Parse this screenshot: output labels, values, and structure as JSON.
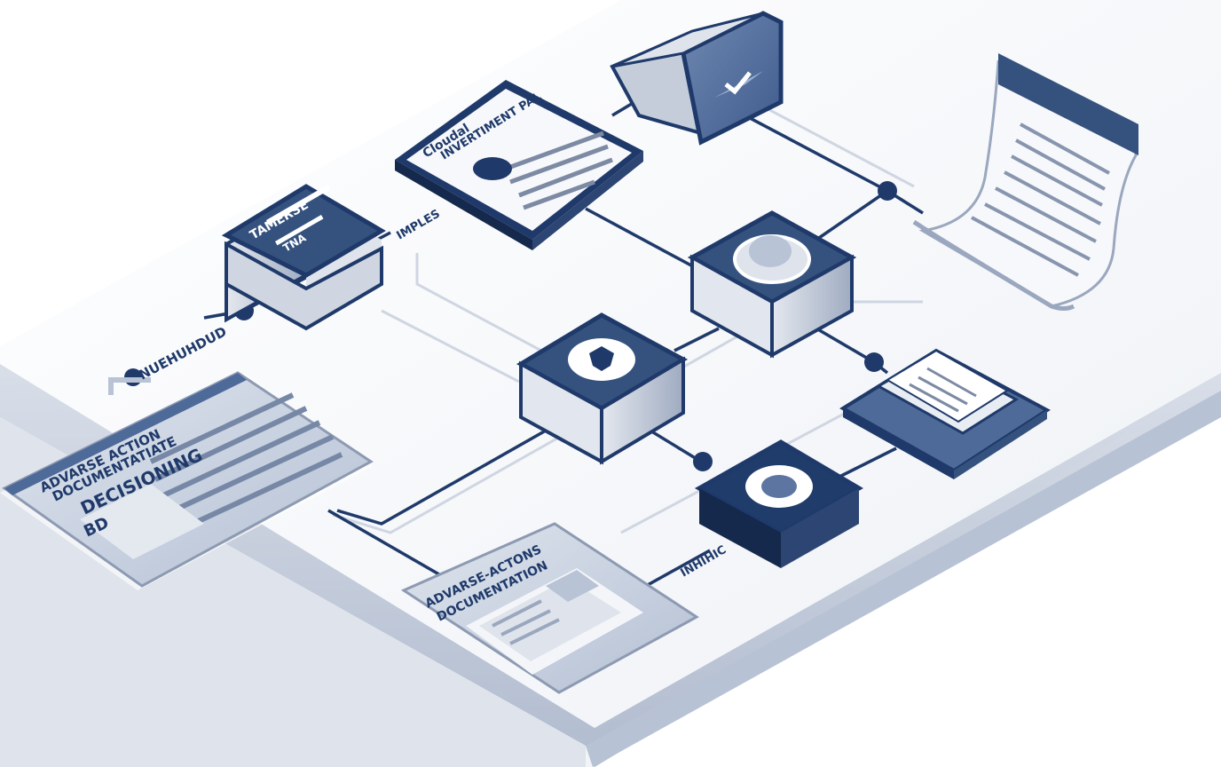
{
  "palette": {
    "navy": "#1f3a6a",
    "steel": "#4e6a99",
    "light_steel": "#b8c3d6",
    "platform_top": "#f3f5f9",
    "platform_side": "#c9d1df",
    "paper": "#f7f8fb"
  },
  "labels": {
    "panel_left_title_1": "ADVARSE ACTION",
    "panel_left_title_2": "DOCUMENTATIATE",
    "panel_left_title_3": "DECISIONING",
    "panel_left_title_4": "BD",
    "panel_bottom_title_1": "ADVARSE-ACTONS",
    "panel_bottom_title_2": "DOCUMENTATION",
    "card_top_title_1": "Cloudal",
    "card_top_title_2": "INVERTIMENT PAL",
    "block_left_line_1": "TAMERSE",
    "block_left_line_2": "TNA",
    "side_label_left": "NUEHUHDUD",
    "side_label_mid": "IMPLES",
    "side_label_bottom": "INHIHIC"
  },
  "icons": [
    "monitor-check-icon",
    "lock-badge-icon",
    "shield-lock-icon",
    "circle-badge-icon",
    "document-stack-icon",
    "report-scroll-icon"
  ]
}
